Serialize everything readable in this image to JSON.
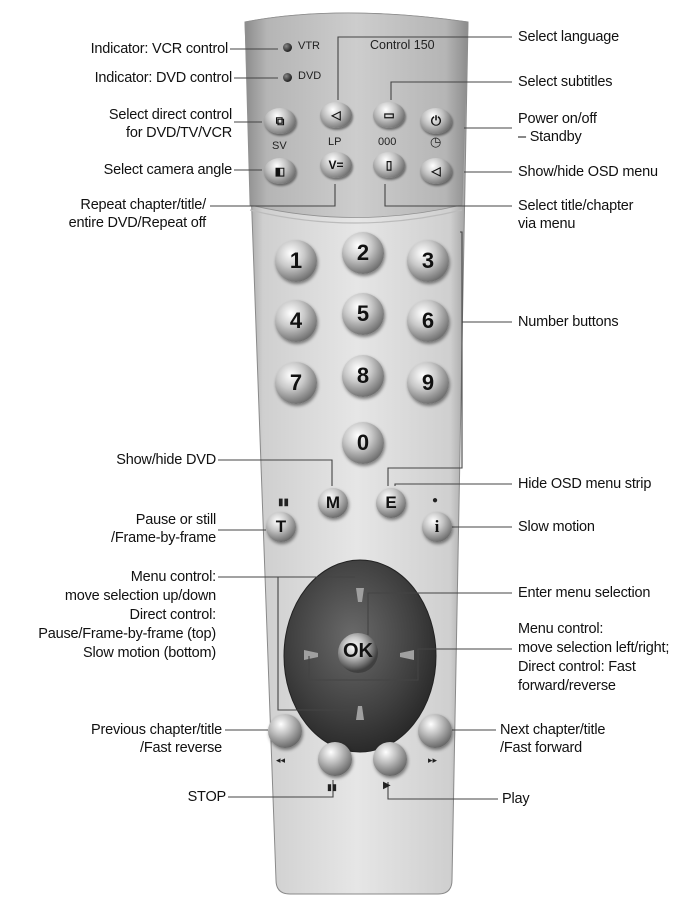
{
  "remote": {
    "model": "Control 150",
    "indicators": {
      "vtr": "VTR",
      "dvd": "DVD"
    },
    "small_labels": {
      "sv": "SV",
      "lp": "LP",
      "zeros": "000",
      "v_eq": "V="
    },
    "numbers": [
      "1",
      "2",
      "3",
      "4",
      "5",
      "6",
      "7",
      "8",
      "9",
      "0"
    ],
    "letter_buttons": {
      "m": "M",
      "e": "E",
      "t": "T",
      "i": "i"
    },
    "ok": "OK",
    "transport_symbols": {
      "rew": "◂◂",
      "ff": "▸▸",
      "stop": "▮▮",
      "play": "▶"
    }
  },
  "labels_left": {
    "vcr_indicator": "Indicator: VCR control",
    "dvd_indicator": "Indicator: DVD control",
    "direct_control": [
      "Select direct control",
      "for DVD/TV/VCR"
    ],
    "camera_angle": "Select camera angle",
    "repeat": [
      "Repeat chapter/title/",
      "entire DVD/Repeat off"
    ],
    "show_hide_dvd": "Show/hide DVD",
    "pause": [
      "Pause or still",
      "/Frame-by-frame"
    ],
    "menu_control_ud": [
      "Menu control:",
      "move selection up/down",
      "Direct control:",
      "Pause/Frame-by-frame (top)",
      "Slow motion (bottom)"
    ],
    "previous": [
      "Previous chapter/title",
      "/Fast reverse"
    ],
    "stop": "STOP"
  },
  "labels_right": {
    "select_language": "Select language",
    "select_subtitles": "Select subtitles",
    "power": [
      "Power on/off",
      "– Standby"
    ],
    "osd_menu": "Show/hide OSD menu",
    "select_title": [
      "Select title/chapter",
      "via menu"
    ],
    "number_buttons": "Number buttons",
    "hide_osd_strip": "Hide OSD menu strip",
    "slow_motion": "Slow motion",
    "enter_menu": "Enter menu selection",
    "menu_control_lr": [
      "Menu control:",
      "move selection left/right;",
      "Direct control: Fast",
      "forward/reverse"
    ],
    "next": [
      "Next chapter/title",
      "/Fast forward"
    ],
    "play": "Play"
  },
  "colors": {
    "body_light": "#e2e2e2",
    "body_mid": "#b9b9b9",
    "pad_dark": "#4a4a4a",
    "button_face": "#9a9a9a",
    "line": "#555555"
  }
}
